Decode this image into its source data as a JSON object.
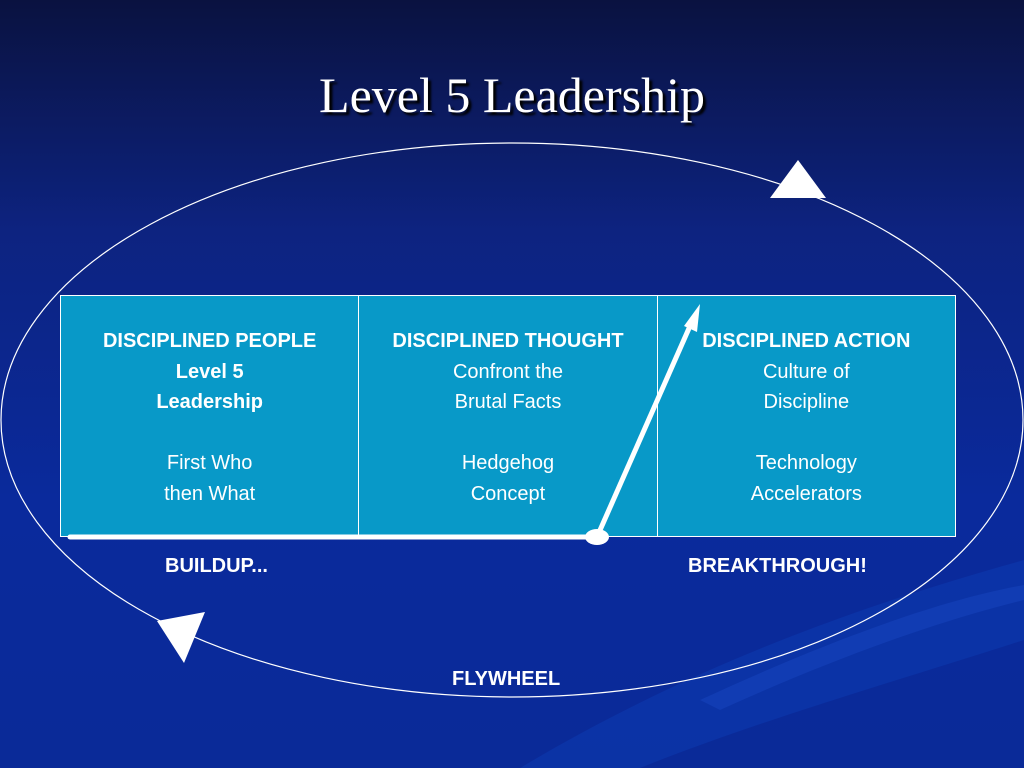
{
  "slide": {
    "title": "Level 5 Leadership",
    "colors": {
      "background": "#0a2a9c",
      "box": "#0899c8",
      "text": "#ffffff"
    }
  },
  "columns": [
    {
      "heading": "DISCIPLINED PEOPLE",
      "bold_lines": [
        "Level 5",
        "Leadership"
      ],
      "lines": [
        "First Who",
        "then What"
      ]
    },
    {
      "heading": "DISCIPLINED THOUGHT",
      "bold_lines": [],
      "lines": [
        "Confront the",
        "Brutal Facts",
        "",
        "Hedgehog",
        "Concept"
      ]
    },
    {
      "heading": "DISCIPLINED ACTION",
      "bold_lines": [],
      "lines": [
        "Culture of",
        "Discipline",
        "",
        "Technology",
        "Accelerators"
      ]
    }
  ],
  "labels": {
    "buildup": "BUILDUP...",
    "breakthrough": "BREAKTHROUGH!",
    "flywheel": "FLYWHEEL"
  }
}
